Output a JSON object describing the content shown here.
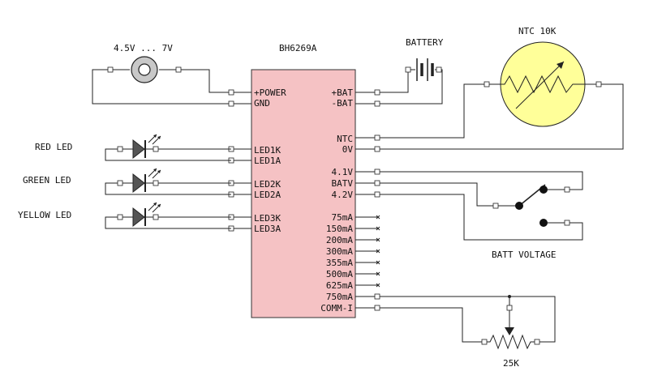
{
  "power": {
    "label": "4.5V ... 7V"
  },
  "chip": {
    "name": "BH6269A",
    "fill": "#f5c2c4",
    "left_pins": [
      "+POWER",
      "GND",
      "LED1K",
      "LED1A",
      "LED2K",
      "LED2A",
      "LED3K",
      "LED3A"
    ],
    "right_pins": [
      "+BAT",
      "-BAT",
      "NTC",
      "0V",
      "4.1V",
      "BATV",
      "4.2V",
      "75mA",
      "150mA",
      "200mA",
      "300mA",
      "355mA",
      "500mA",
      "625mA",
      "750mA",
      "COMM-I"
    ]
  },
  "battery": {
    "label": "BATTERY"
  },
  "ntc": {
    "label": "NTC 10K",
    "fill": "#ffff99"
  },
  "leds": [
    {
      "label": "RED LED"
    },
    {
      "label": "GREEN LED"
    },
    {
      "label": "YELLOW LED"
    }
  ],
  "switch": {
    "label": "BATT VOLTAGE"
  },
  "pot": {
    "label": "25K"
  }
}
